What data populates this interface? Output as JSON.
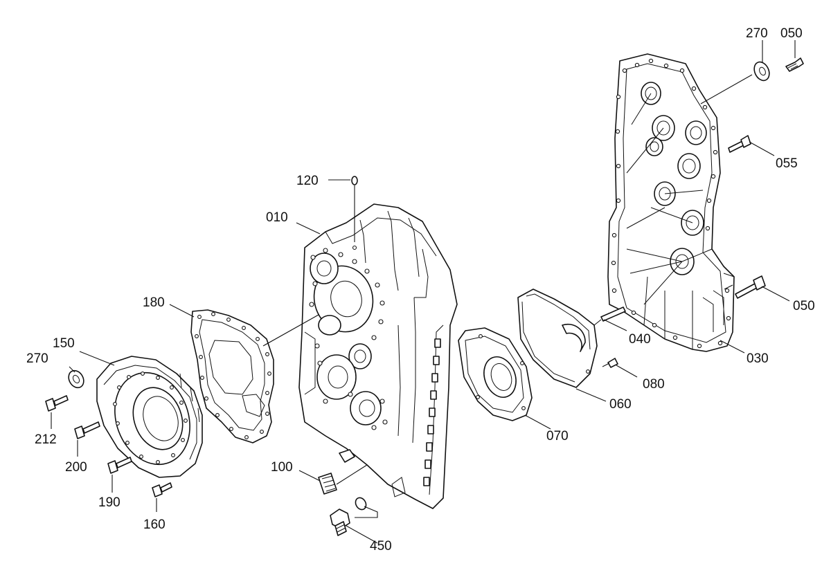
{
  "callouts": [
    {
      "id": "c120",
      "text": "120"
    },
    {
      "id": "c010",
      "text": "010"
    },
    {
      "id": "c180",
      "text": "180"
    },
    {
      "id": "c150",
      "text": "150"
    },
    {
      "id": "c270a",
      "text": "270"
    },
    {
      "id": "c212",
      "text": "212"
    },
    {
      "id": "c200",
      "text": "200"
    },
    {
      "id": "c190",
      "text": "190"
    },
    {
      "id": "c160",
      "text": "160"
    },
    {
      "id": "c100",
      "text": "100"
    },
    {
      "id": "c450",
      "text": "450"
    },
    {
      "id": "c070",
      "text": "070"
    },
    {
      "id": "c060",
      "text": "060"
    },
    {
      "id": "c080",
      "text": "080"
    },
    {
      "id": "c040",
      "text": "040"
    },
    {
      "id": "c030",
      "text": "030"
    },
    {
      "id": "c050a",
      "text": "050"
    },
    {
      "id": "c055",
      "text": "055"
    },
    {
      "id": "c270b",
      "text": "270"
    },
    {
      "id": "c050b",
      "text": "050"
    }
  ],
  "colors": {
    "ink": "#111111",
    "paper": "#ffffff"
  }
}
